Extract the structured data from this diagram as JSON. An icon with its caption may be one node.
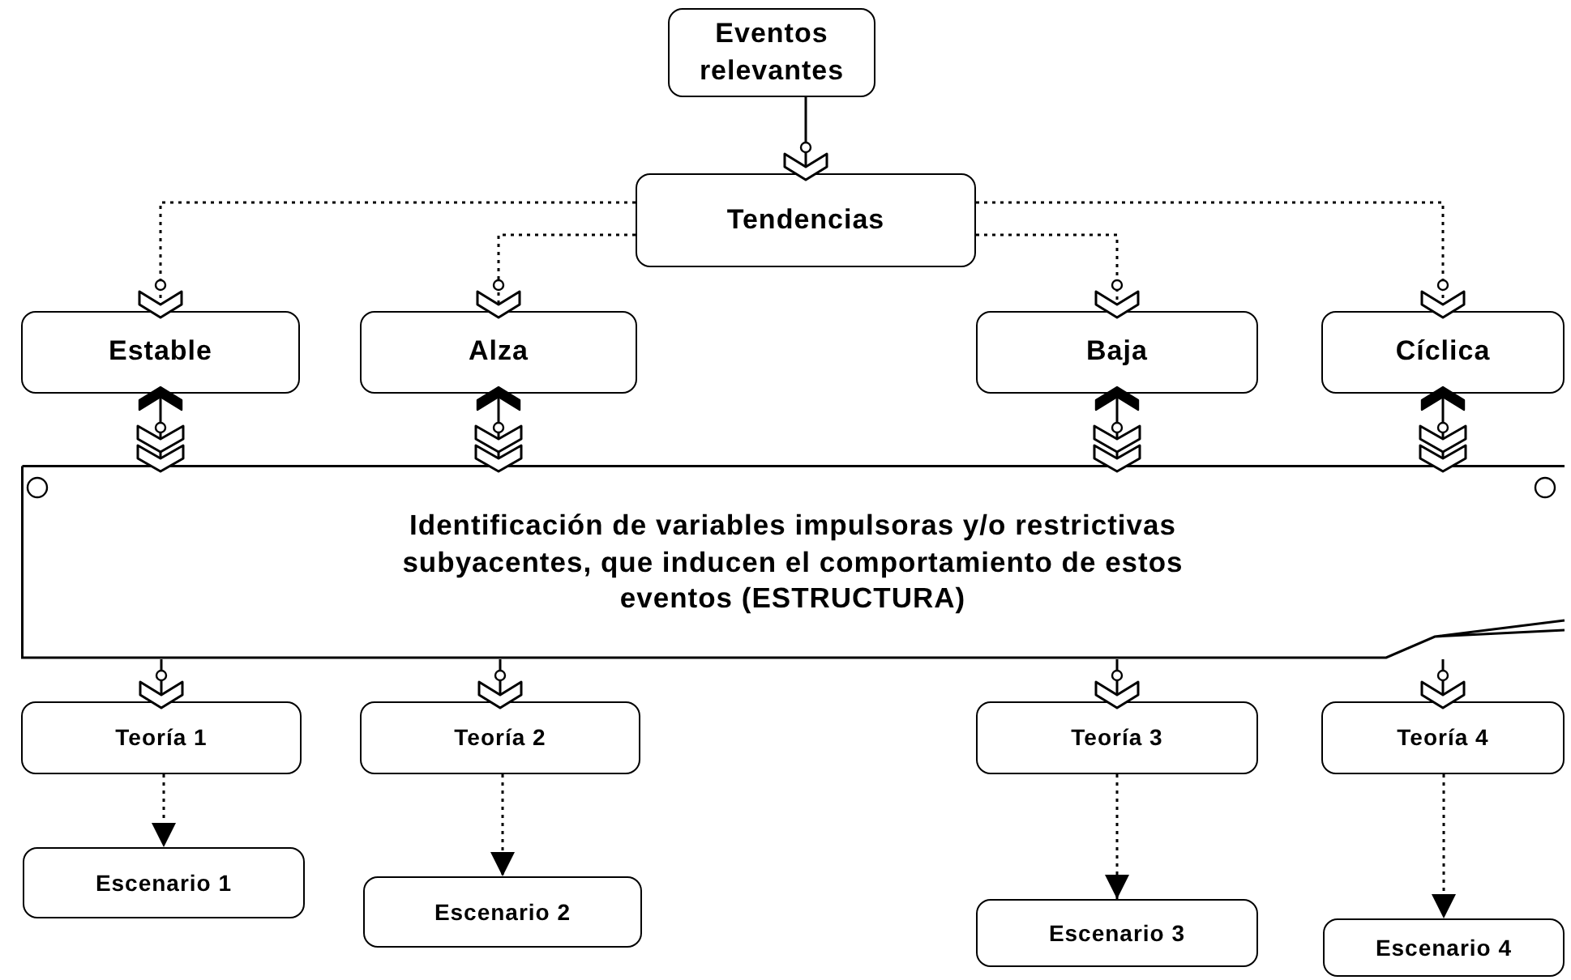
{
  "diagram": {
    "nodes": [
      {
        "text": [
          "Eventos relevantes"
        ]
      },
      {
        "text": [
          "Tendencias"
        ]
      },
      {
        "text": [
          "Estable"
        ]
      },
      {
        "text": [
          "Alza"
        ]
      },
      {
        "text": [
          "Baja"
        ]
      },
      {
        "text": [
          "Cíclica"
        ]
      },
      {
        "text": [
          "Identificación de variables impulsoras y/o restrictivas subyacentes, que inducen el comportamiento de estos eventos (ESTRUCTURA)"
        ]
      },
      {
        "text": [
          "Teoría 1"
        ]
      },
      {
        "text": [
          "Teoría 2"
        ]
      },
      {
        "text": [
          "Teoría 3"
        ]
      },
      {
        "text": [
          "Teoría 4"
        ]
      },
      {
        "text": [
          "Escenario 1"
        ]
      },
      {
        "text": [
          "Escenario 2"
        ]
      },
      {
        "text": [
          "Escenario 3"
        ]
      },
      {
        "text": [
          "Escenario 4"
        ]
      }
    ],
    "edges": [
      {
        "from": 0,
        "to": 1,
        "arrow": "to"
      },
      {
        "from": 1,
        "to": 2,
        "arrow": "to",
        "style": "dashed"
      },
      {
        "from": 1,
        "to": 3,
        "arrow": "to",
        "style": "dashed"
      },
      {
        "from": 1,
        "to": 4,
        "arrow": "to",
        "style": "dashed"
      },
      {
        "from": 1,
        "to": 5,
        "arrow": "to",
        "style": "dashed"
      },
      {
        "from": 2,
        "to": 6,
        "arrow": "both"
      },
      {
        "from": 3,
        "to": 6,
        "arrow": "both"
      },
      {
        "from": 4,
        "to": 6,
        "arrow": "both"
      },
      {
        "from": 5,
        "to": 6,
        "arrow": "both"
      },
      {
        "from": 6,
        "to": 7,
        "arrow": "to"
      },
      {
        "from": 6,
        "to": 8,
        "arrow": "to"
      },
      {
        "from": 6,
        "to": 9,
        "arrow": "to"
      },
      {
        "from": 6,
        "to": 10,
        "arrow": "to"
      },
      {
        "from": 7,
        "to": 11,
        "arrow": "to",
        "style": "dashed"
      },
      {
        "from": 8,
        "to": 12,
        "arrow": "to",
        "style": "dashed"
      },
      {
        "from": 9,
        "to": 13,
        "arrow": "to",
        "style": "dashed"
      },
      {
        "from": 10,
        "to": 14,
        "arrow": "to",
        "style": "dashed"
      }
    ]
  }
}
